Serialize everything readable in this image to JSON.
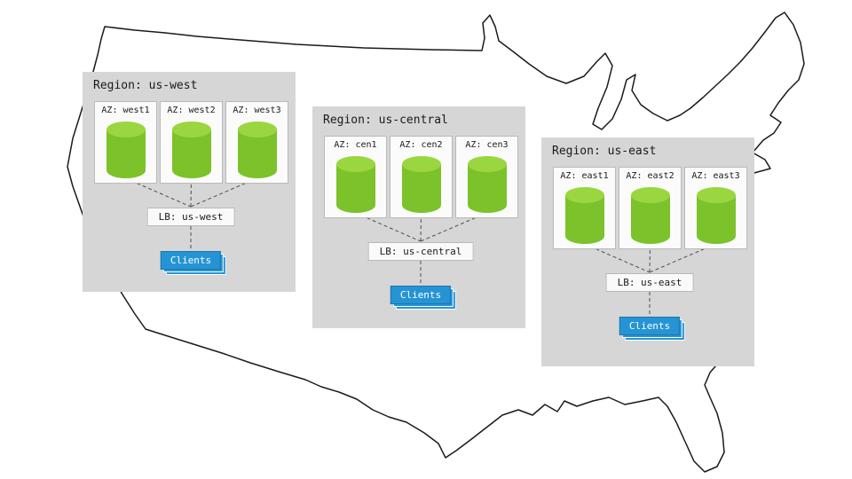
{
  "colors": {
    "region_bg": "#d6d6d6",
    "az_bg": "#fbfbfb",
    "az_border": "#b9b9b9",
    "cylinder_body": "#7cc22a",
    "cylinder_top": "#9ad63f",
    "lb_bg": "#fafafa",
    "lb_border": "#b9b9b9",
    "clients_bg": "#2694d4",
    "clients_border": "#1b76ac",
    "connector": "#4d4d4d",
    "map_outline": "#1a1a1a"
  },
  "regions": [
    {
      "title": "Region: us-west",
      "azs": [
        {
          "label": "AZ: west1"
        },
        {
          "label": "AZ: west2"
        },
        {
          "label": "AZ: west3"
        }
      ],
      "lb_label": "LB: us-west",
      "clients_label": "Clients"
    },
    {
      "title": "Region: us-central",
      "azs": [
        {
          "label": "AZ: cen1"
        },
        {
          "label": "AZ: cen2"
        },
        {
          "label": "AZ: cen3"
        }
      ],
      "lb_label": "LB: us-central",
      "clients_label": "Clients"
    },
    {
      "title": "Region: us-east",
      "azs": [
        {
          "label": "AZ: east1"
        },
        {
          "label": "AZ: east2"
        },
        {
          "label": "AZ: east3"
        }
      ],
      "lb_label": "LB: us-east",
      "clients_label": "Clients"
    }
  ]
}
